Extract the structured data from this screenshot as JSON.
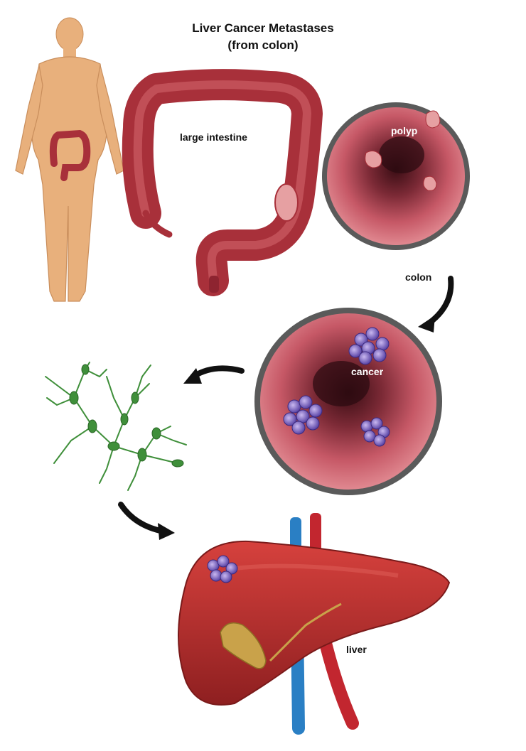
{
  "title": {
    "line1": "Liver Cancer Metastases",
    "line2": "(from colon)"
  },
  "labels": {
    "large_intestine": "large intestine",
    "polyp": "polyp",
    "colon": "colon",
    "cancer": "cancer",
    "liver": "liver"
  },
  "colors": {
    "skin": "#e8b07c",
    "intestine": "#a8303a",
    "colon_wall": "#c65866",
    "colon_rim": "#5a5a5a",
    "tumor": "#7a62c4",
    "lymph": "#3f8f3a",
    "liver": "#b82f2c",
    "vein_blue": "#2a7fc4",
    "artery_red": "#c2262f",
    "gallbladder": "#c9a24a",
    "arrow": "#111111"
  }
}
